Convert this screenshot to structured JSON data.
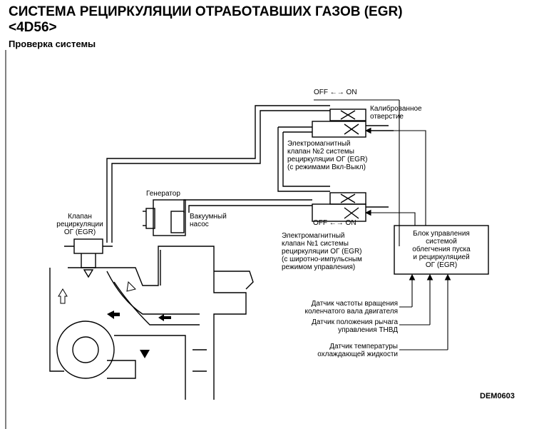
{
  "header": {
    "title_line1": "СИСТЕМА РЕЦИРКУЛЯЦИИ ОТРАБОТАВШИХ ГАЗОВ (EGR)",
    "title_line2": "<4D56>",
    "subtitle": "Проверка системы"
  },
  "labels": {
    "switch_top": "OFF ←→ ON",
    "switch_bottom": "OFF ←→ ON",
    "calibrated_hole_1": "Калиброванное",
    "calibrated_hole_2": "отверстие",
    "valve2_1": "Электромагнитный",
    "valve2_2": "клапан №2 системы",
    "valve2_3": "рециркуляции ОГ (EGR)",
    "valve2_4": "(с режимами Вкл-Выкл)",
    "generator": "Генератор",
    "vacuum_pump_1": "Вакуумный",
    "vacuum_pump_2": "насос",
    "egr_valve_1": "Клапан",
    "egr_valve_2": "рециркуляции",
    "egr_valve_3": "ОГ (EGR)",
    "valve1_1": "Электромагнитный",
    "valve1_2": "клапан №1 системы",
    "valve1_3": "рециркуляции ОГ (EGR)",
    "valve1_4": "(с широтно-импульсным",
    "valve1_5": "режимом управления)",
    "control_unit_1": "Блок управления",
    "control_unit_2": "системой",
    "control_unit_3": "облегчения пуска",
    "control_unit_4": "и рециркуляцией",
    "control_unit_5": "ОГ (EGR)",
    "sensor_rpm_1": "Датчик частоты вращения",
    "sensor_rpm_2": "коленчатого вала двигателя",
    "sensor_lever_1": "Датчик положения рычага",
    "sensor_lever_2": "управления ТНВД",
    "sensor_temp_1": "Датчик температуры",
    "sensor_temp_2": "охлаждающей жидкости"
  },
  "figure_code": "DEM0603"
}
